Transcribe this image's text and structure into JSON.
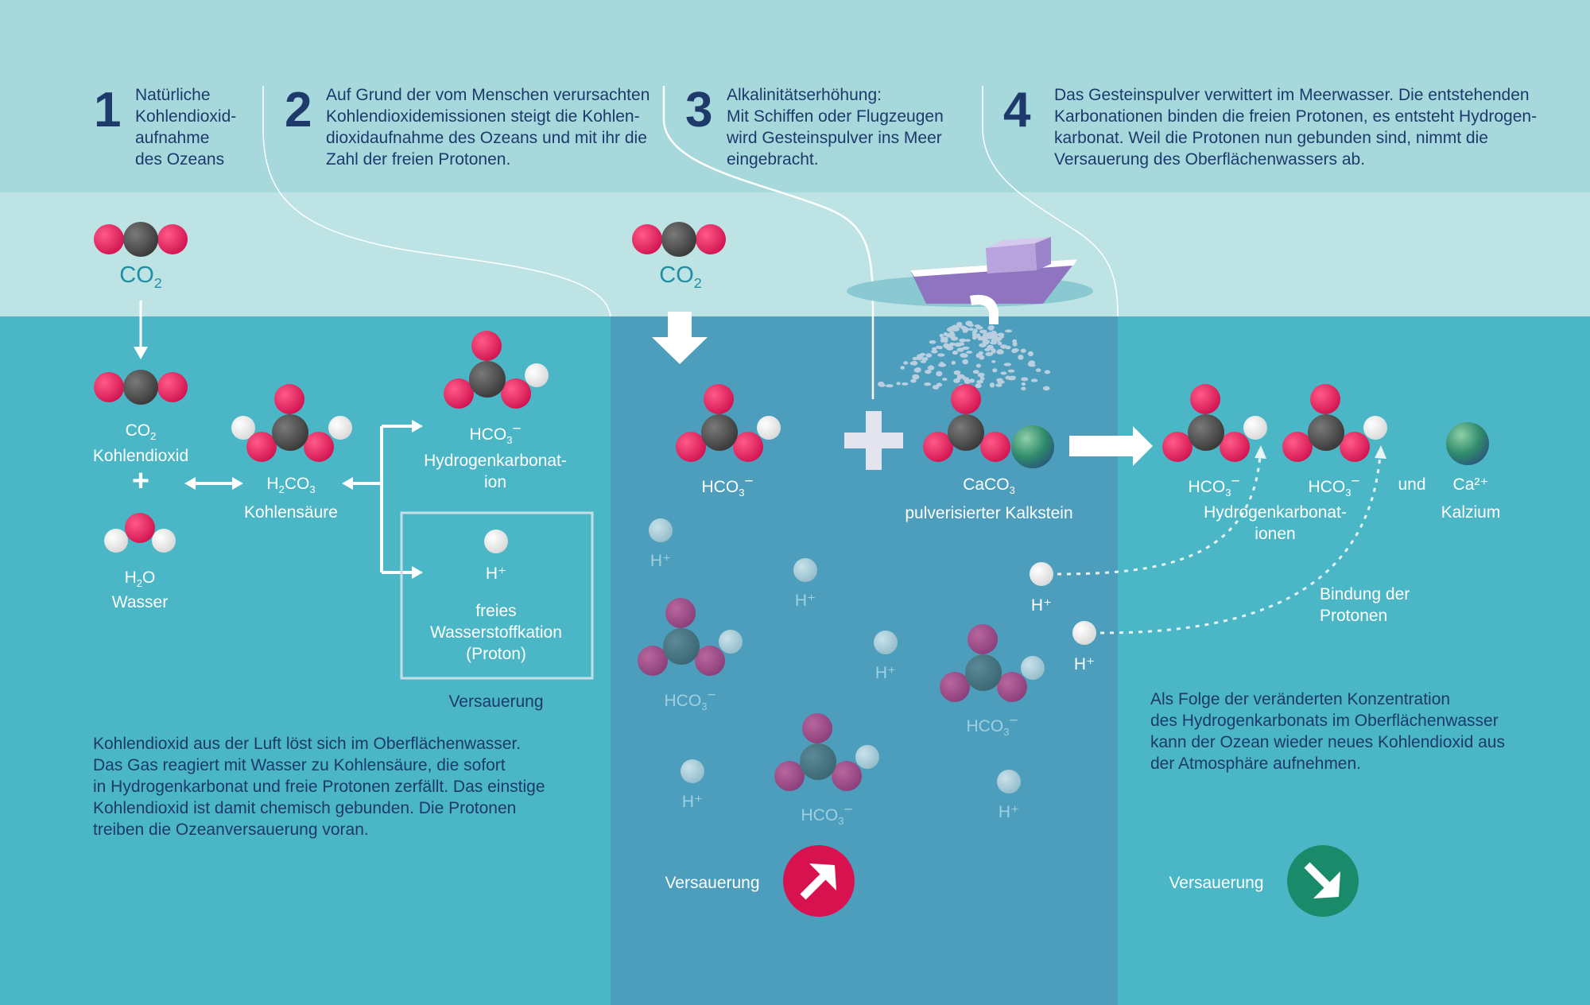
{
  "steps": [
    {
      "number": "1",
      "text": "Natürliche\nKohlendioxid-\naufnahme\ndes Ozeans"
    },
    {
      "number": "2",
      "text": "Auf Grund der vom Menschen verursachten\nKohlendioxidemissionen steigt die Kohlen-\ndioxidaufnahme des Ozeans und mit ihr die\nZahl der freien Protonen."
    },
    {
      "number": "3",
      "text": "Alkalinitätserhöhung:\nMit Schiffen oder Flugzeugen\nwird Gesteinspulver ins Meer\neingebracht."
    },
    {
      "number": "4",
      "text": "Das Gesteinspulver verwittert im Meerwasser. Die entstehenden\nKarbonationen binden die freien Protonen, es entsteht Hydrogen-\nkarbonat. Weil die Protonen nun gebunden sind, nimmt die\nVersauerung des Oberflächenwassers ab."
    }
  ],
  "panel1": {
    "co2_air": "CO2",
    "co2_formula": "CO2",
    "co2_name": "Kohlendioxid",
    "plus": "+",
    "h2o_formula": "H2O",
    "h2o_name": "Wasser",
    "h2co3_formula": "H2CO3",
    "h2co3_name": "Kohlensäure",
    "hco3_formula": "HCO3⁻",
    "hco3_name": "Hydrogenkarbonat-\nion",
    "proton_formula": "H⁺",
    "proton_name": "freies\nWasserstoffkation\n(Proton)",
    "acid_label": "Versauerung",
    "description": "Kohlendioxid aus der Luft löst sich im Oberflächenwasser.\nDas Gas reagiert mit Wasser zu Kohlensäure, die sofort\nin Hydrogenkarbonat und freie Protonen zerfällt. Das einstige\nKohlendioxid ist damit chemisch gebunden. Die Protonen\ntreiben die Ozeanversauerung voran."
  },
  "panel2": {
    "co2_air": "CO2",
    "hco3_main": "HCO3⁻",
    "faint_h": [
      "H⁺",
      "H⁺",
      "H⁺",
      "H⁺",
      "H⁺"
    ],
    "faint_hco3": [
      "HCO3⁻",
      "HCO3⁻",
      "HCO3⁻"
    ],
    "acid_label": "Versauerung",
    "acid_trend": "up"
  },
  "panel3": {
    "plus": "+",
    "caco3_formula": "CaCO3",
    "caco3_name": "pulverisierter Kalkstein"
  },
  "panel4": {
    "hco3_a": "HCO3⁻",
    "hco3_b": "HCO3⁻",
    "hco3_name": "Hydrogenkarbonat-\nionen",
    "und": "und",
    "ca_formula": "Ca²⁺",
    "ca_name": "Kalzium",
    "proton_a": "H⁺",
    "proton_b": "H⁺",
    "binding_label": "Bindung der\nProtonen",
    "description": "Als Folge der veränderten Konzentration\ndes Hydrogenkarbonats im Oberflächenwasser\nkann der Ozean wieder neues Kohlendioxid aus\nder Atmosphäre aufnehmen.",
    "acid_label": "Versauerung",
    "acid_trend": "down"
  },
  "colors": {
    "sky_top": "#a6d8dc",
    "sky_band": "#bde3e5",
    "ocean": "#4bb6c5",
    "ocean_center": "#4d9dbc",
    "oxygen": "#e0245e",
    "carbon": "#4f4f4f",
    "hydrogen": "#ffffff",
    "calcium": "#2f8a6b",
    "text_dark": "#1d3a6a",
    "formula_teal": "#1e8ea2",
    "acid_up": "#d7124f",
    "acid_down": "#1a8b6a",
    "boat": "#8f74bf"
  }
}
